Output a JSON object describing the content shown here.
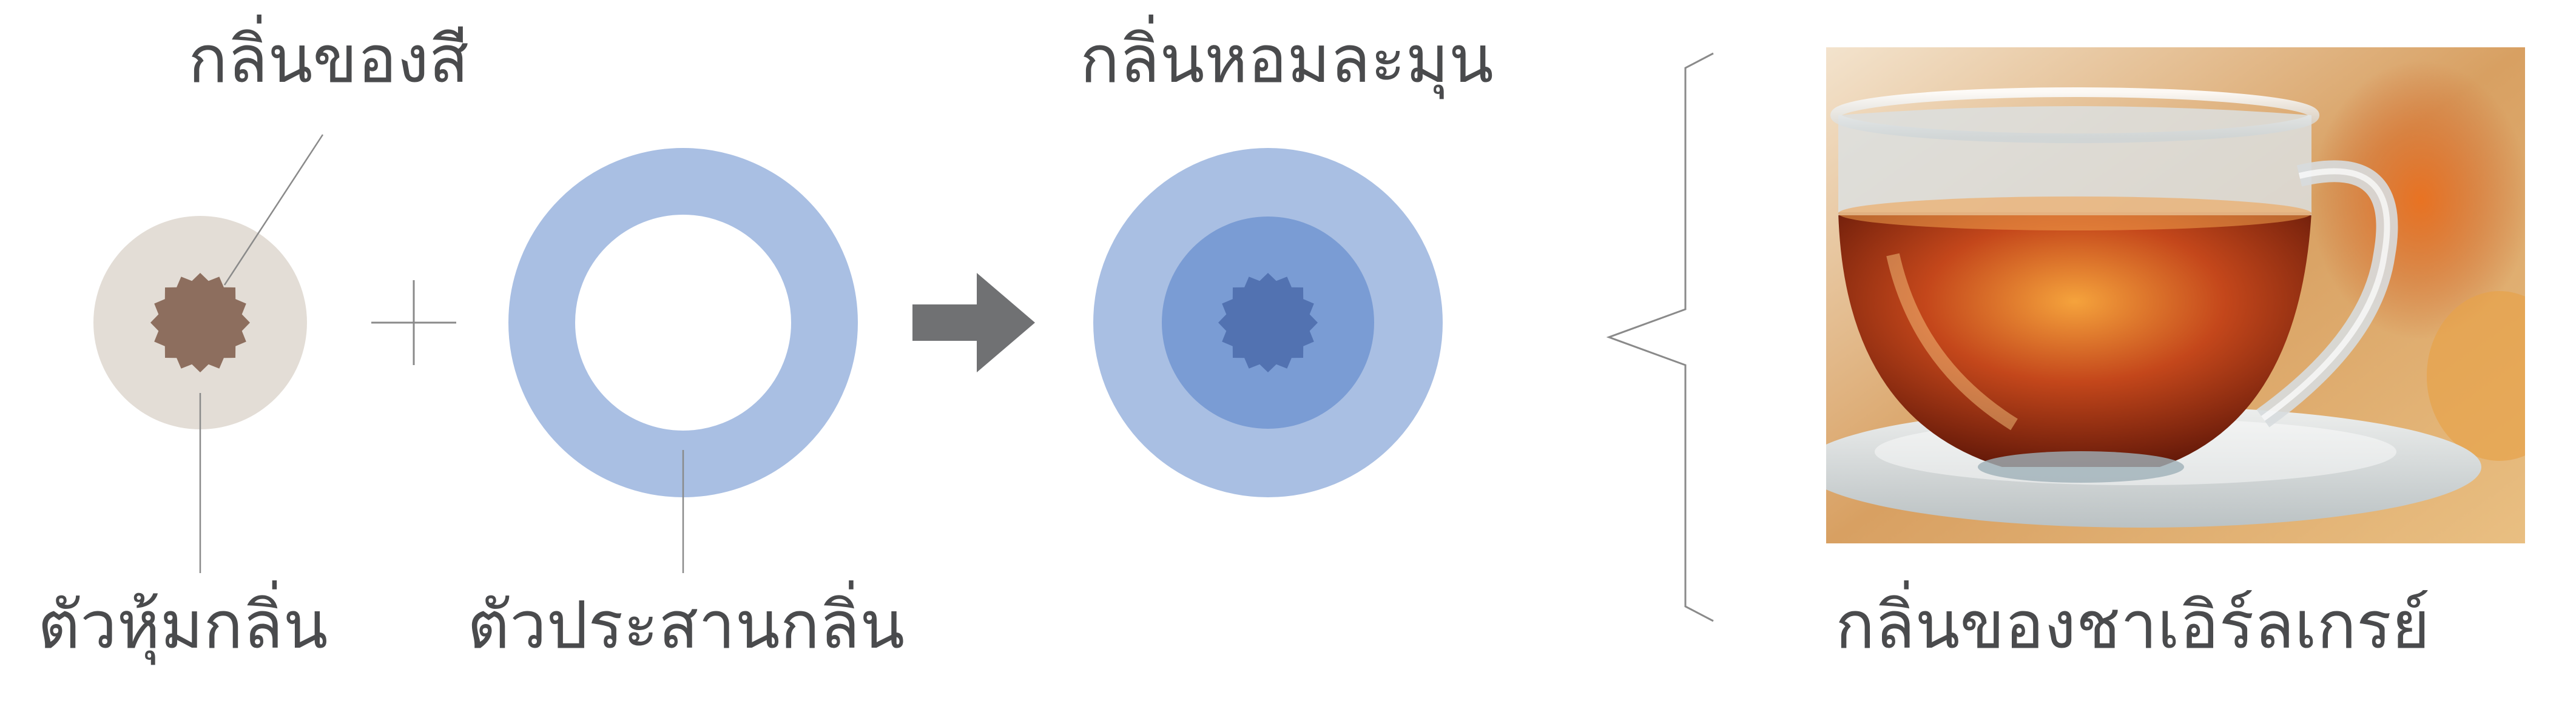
{
  "labels": {
    "smell_of_color": "กลิ่นของสี",
    "smell_wrapper": "ตัวหุ้มกลิ่น",
    "smell_binder": "ตัวประสานกลิ่น",
    "mellow_scent": "กลิ่นหอมละมุน",
    "earl_grey_scent": "กลิ่นของชาเอิร์ลเกรย์"
  },
  "symbols": {
    "plus": "+",
    "arrow": "right-arrow-icon"
  },
  "colors": {
    "wrapper_disc": "#e3ddd6",
    "scent_core": "#8d6e5e",
    "binder_ring": "#a9bfe3",
    "result_mid": "#7a9cd4",
    "result_core": "#5272b1",
    "arrow": "#707173",
    "line": "#8a8a8a",
    "text": "#4a4b4d"
  },
  "photo": {
    "subject": "tea-cup-photo"
  }
}
